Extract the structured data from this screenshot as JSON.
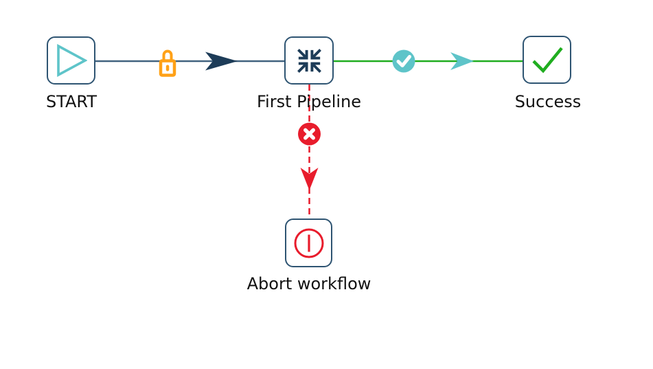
{
  "nodes": {
    "start": {
      "label": "START",
      "icon": "play-outline-icon"
    },
    "pipeline": {
      "label": "First Pipeline",
      "icon": "arrow-collapse-all-icon"
    },
    "success": {
      "label": "Success",
      "icon": "check-icon"
    },
    "abort": {
      "label": "Abort workflow",
      "icon": "power-icon"
    }
  },
  "edges": {
    "start_to_pipeline": {
      "status_icon": "lock-icon",
      "style": "solid"
    },
    "pipeline_to_success": {
      "status_icon": "check-circle-icon",
      "style": "solid"
    },
    "pipeline_to_abort": {
      "status_icon": "close-circle-icon",
      "style": "dashed"
    }
  },
  "colors": {
    "background": "#ffffff",
    "node_border": "#2e5472",
    "edge_dark": "#41627f",
    "arrow_dark": "#1d3c58",
    "teal": "#5ec4c9",
    "green": "#1fad1f",
    "red": "#e81c2c",
    "orange": "#ffa117",
    "label_text": "#111111",
    "badge_glyph": "#ffffff"
  }
}
